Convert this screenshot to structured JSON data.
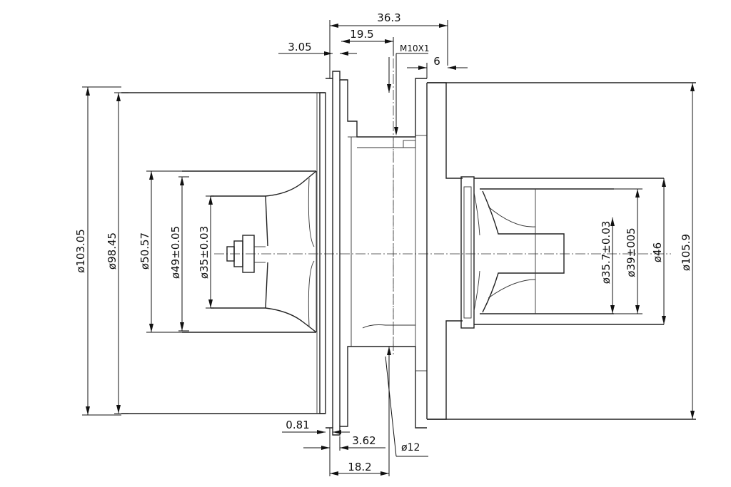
{
  "dimensions": {
    "top_overall": "36.3",
    "top_inner": "19.5",
    "left_flange": "3.05",
    "thread": "M10X1",
    "right_step": "6",
    "d_compressor_outer": "ø103.05",
    "d_compressor_inner": "ø98.45",
    "d_comp_wheel": "ø50.57",
    "d_comp_bore": "ø49±0.05",
    "d_comp_small": "ø35±0.03",
    "d_turbine_small": "ø35.7±0.03",
    "d_turbine_mid": "ø39±005",
    "d_turbine_wheel": "ø46",
    "d_turbine_outer": "ø105.9",
    "bottom_gap": "0.81",
    "bottom_step": "3.62",
    "shaft": "ø12",
    "bottom_width": "18.2"
  }
}
